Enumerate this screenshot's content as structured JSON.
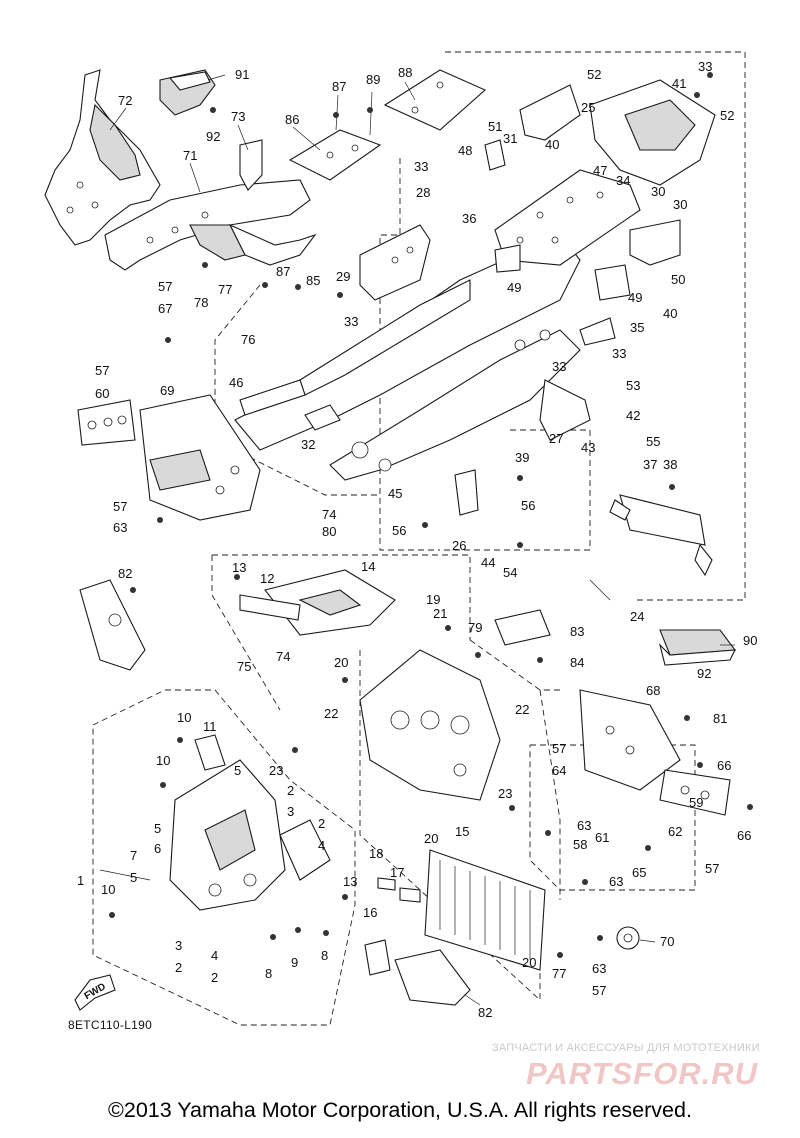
{
  "diagram": {
    "code": "8ETC110-L190",
    "fwd_label": "FWD",
    "copyright": "©2013 Yamaha Motor Corporation, U.S.A. All rights reserved."
  },
  "watermark": {
    "caption": "ЗАПЧАСТИ И АКСЕССУАРЫ ДЛЯ МОТОТЕХНИКИ",
    "logo": "PARTSFOR.RU"
  },
  "callouts": [
    "91",
    "72",
    "92",
    "73",
    "71",
    "86",
    "87",
    "89",
    "88",
    "33",
    "52",
    "41",
    "52",
    "25",
    "51",
    "31",
    "40",
    "48",
    "47",
    "34",
    "33",
    "36",
    "28",
    "30",
    "30",
    "50",
    "49",
    "49",
    "40",
    "78",
    "77",
    "87",
    "85",
    "29",
    "33",
    "35",
    "57",
    "67",
    "76",
    "46",
    "32",
    "33",
    "33",
    "53",
    "57",
    "60",
    "69",
    "42",
    "43",
    "27",
    "55",
    "37",
    "38",
    "39",
    "45",
    "56",
    "74",
    "80",
    "56",
    "26",
    "44",
    "54",
    "57",
    "63",
    "13",
    "12",
    "14",
    "82",
    "19",
    "79",
    "83",
    "84",
    "24",
    "21",
    "90",
    "75",
    "74",
    "20",
    "92",
    "68",
    "22",
    "22",
    "81",
    "10",
    "11",
    "57",
    "64",
    "66",
    "10",
    "5",
    "23",
    "59",
    "2",
    "3",
    "23",
    "2",
    "4",
    "63",
    "61",
    "62",
    "66",
    "5",
    "6",
    "20",
    "58",
    "15",
    "7",
    "5",
    "57",
    "1",
    "18",
    "17",
    "13",
    "63",
    "65",
    "10",
    "16",
    "8",
    "9",
    "8",
    "3",
    "2",
    "4",
    "2",
    "70",
    "20",
    "77",
    "63",
    "57",
    "82"
  ]
}
